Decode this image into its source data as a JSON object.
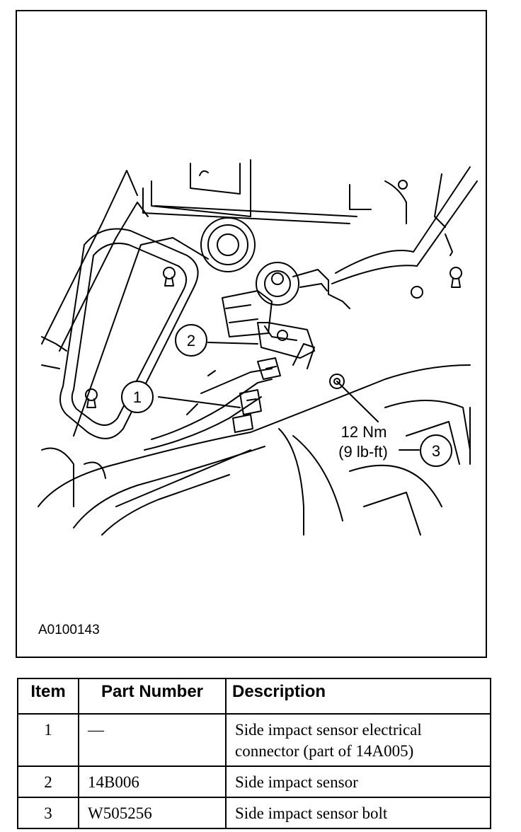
{
  "figure": {
    "id": "A0100143",
    "torque": {
      "line1": "12 Nm",
      "line2": "(9 lb-ft)"
    },
    "callouts": [
      "1",
      "2",
      "3"
    ]
  },
  "table": {
    "headers": {
      "item": "Item",
      "part_number": "Part Number",
      "description": "Description"
    },
    "rows": [
      {
        "item": "1",
        "part_number": "—",
        "description": "Side impact sensor electrical connector (part of 14A005)"
      },
      {
        "item": "2",
        "part_number": "14B006",
        "description": "Side impact sensor"
      },
      {
        "item": "3",
        "part_number": "W505256",
        "description": "Side impact sensor bolt"
      }
    ]
  }
}
